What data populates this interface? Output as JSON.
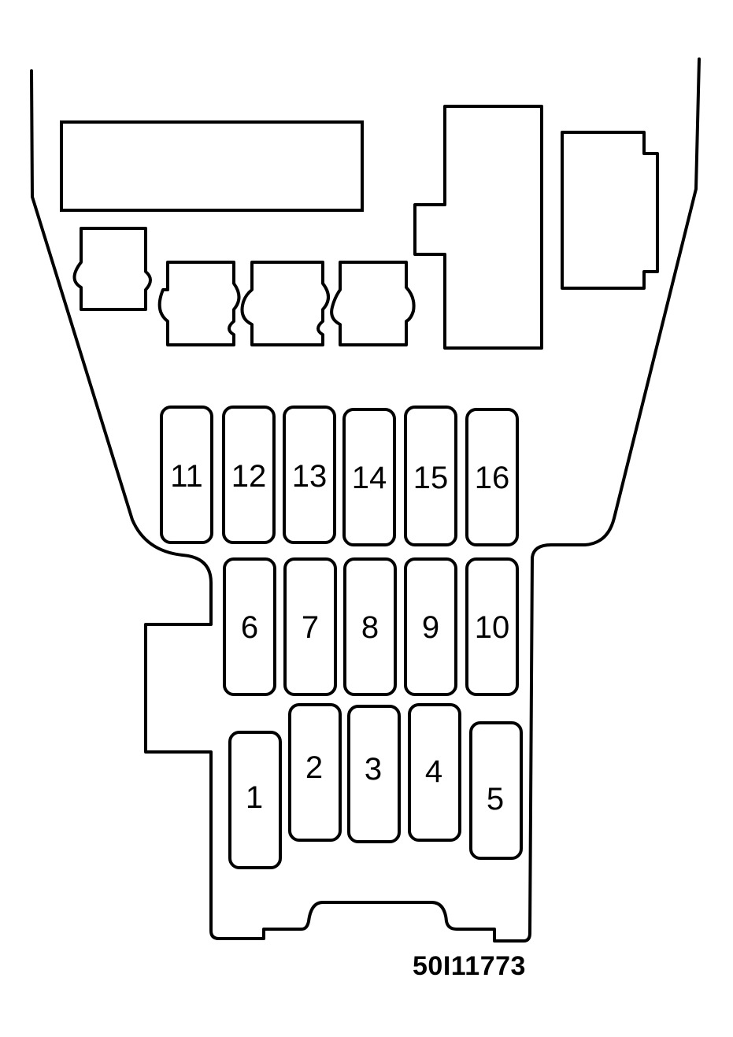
{
  "diagram": {
    "reference_code": "50I11773",
    "fuses": [
      {
        "id": "1",
        "label": "1"
      },
      {
        "id": "2",
        "label": "2"
      },
      {
        "id": "3",
        "label": "3"
      },
      {
        "id": "4",
        "label": "4"
      },
      {
        "id": "5",
        "label": "5"
      },
      {
        "id": "6",
        "label": "6"
      },
      {
        "id": "7",
        "label": "7"
      },
      {
        "id": "8",
        "label": "8"
      },
      {
        "id": "9",
        "label": "9"
      },
      {
        "id": "10",
        "label": "10"
      },
      {
        "id": "11",
        "label": "11"
      },
      {
        "id": "12",
        "label": "12"
      },
      {
        "id": "13",
        "label": "13"
      },
      {
        "id": "14",
        "label": "14"
      },
      {
        "id": "15",
        "label": "15"
      },
      {
        "id": "16",
        "label": "16"
      }
    ]
  }
}
